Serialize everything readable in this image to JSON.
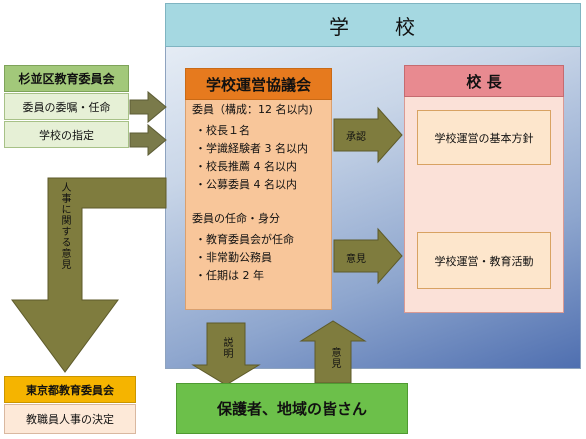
{
  "school": {
    "title": "学　　校"
  },
  "council": {
    "title": "学校運営協議会",
    "members_heading": "委員（構成：12 名以内)",
    "members": [
      "・校長１名",
      "・学識経験者 3 名以内",
      "・校長推薦 4 名以内",
      "・公募委員 4 名以内"
    ],
    "appointment_heading": "委員の任命・身分",
    "appointment": [
      "・教育委員会が任命",
      "・非常勤公務員",
      "・任期は 2 年"
    ]
  },
  "principal": {
    "title": "校 長",
    "policy": "学校運営の基本方針",
    "activities": "学校運営・教育活動"
  },
  "arrows": {
    "approval": "承認",
    "opinion": "意見",
    "hr_opinion": "人事に関する意見",
    "explanation": "説明",
    "guardian_opinion": "意見"
  },
  "suginami": {
    "title": "杉並区教育委員会",
    "items": [
      "委員の委嘱・任命",
      "学校の指定"
    ]
  },
  "tokyo": {
    "title": "東京都教育委員会",
    "item": "教職員人事の決定"
  },
  "guardians": {
    "label": "保護者、地域の皆さん"
  }
}
